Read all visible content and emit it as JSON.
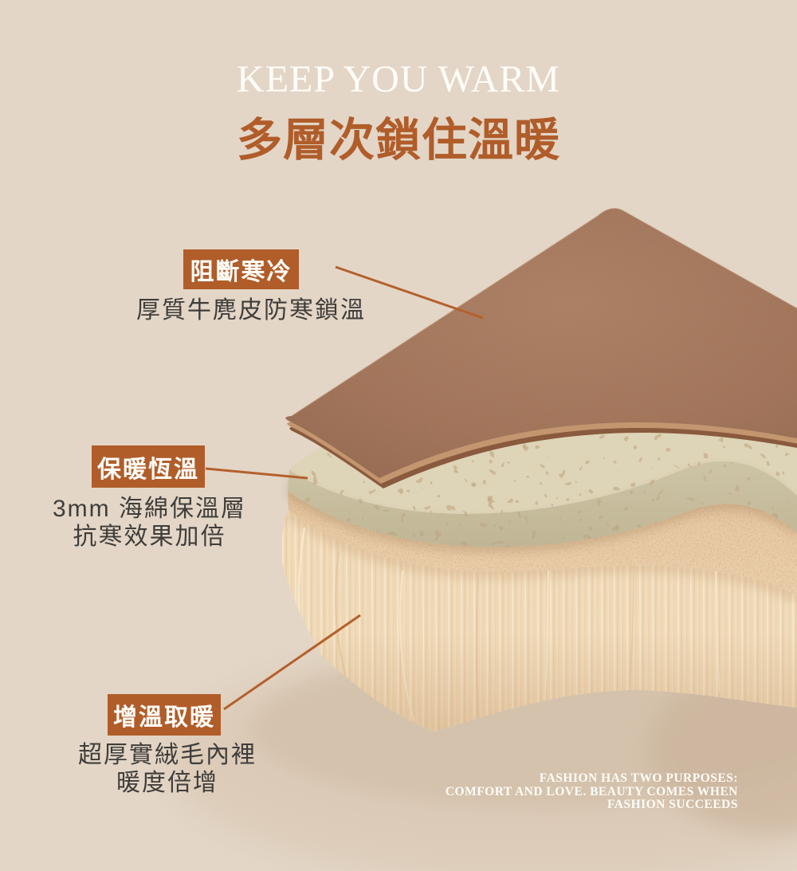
{
  "poster": {
    "title_en": "KEEP YOU WARM",
    "title_zh": "多層次鎖住溫暖"
  },
  "callouts": [
    {
      "label": "阻斷寒冷",
      "desc": [
        "厚質牛麂皮防寒鎖溫"
      ]
    },
    {
      "label": "保暖恆溫",
      "desc": [
        "3mm 海綿保溫層",
        "抗寒效果加倍"
      ]
    },
    {
      "label": "增溫取暖",
      "desc": [
        "超厚實絨毛內裡",
        "暖度倍增"
      ]
    }
  ],
  "quote": {
    "lines": [
      "FASHION HAS TWO PURPOSES:",
      "COMFORT AND LOVE. BEAUTY COMES WHEN",
      "FASHION SUCCEEDS"
    ]
  },
  "layers": [
    {
      "name": "suede-outer-layer",
      "color": "#9d6f54"
    },
    {
      "name": "sponge-insulation-layer",
      "color": "#ddd3b6"
    },
    {
      "name": "fleece-lining-layer",
      "color": "#eed8b6"
    }
  ],
  "colors": {
    "background": "#e3d6c7",
    "accent": "#b05d2a",
    "text_dark": "#3f3d3a",
    "text_light": "#fffdf8"
  }
}
